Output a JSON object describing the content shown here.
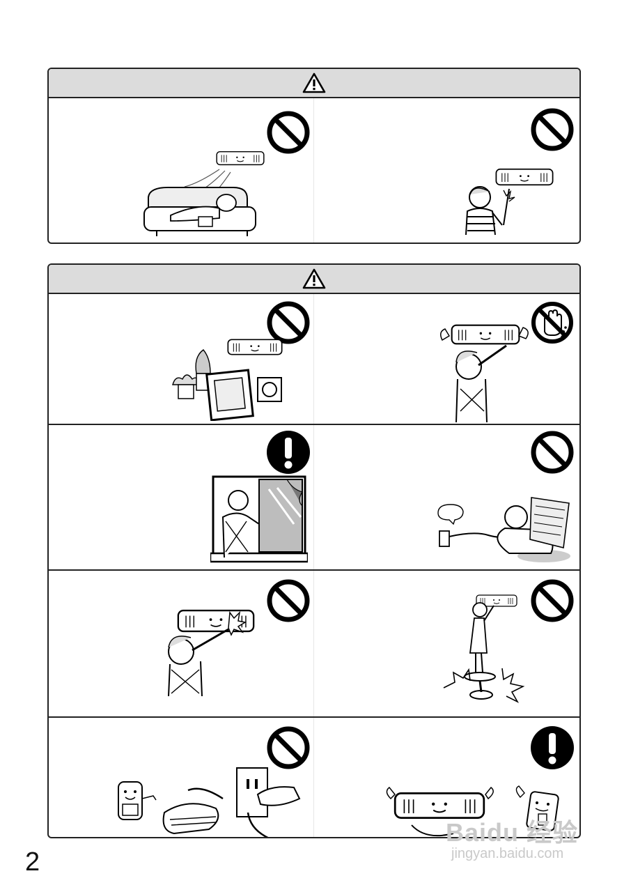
{
  "page": {
    "number": "2"
  },
  "panels": [
    {
      "header_icon": "warning-triangle-icon",
      "cells": [
        {
          "symbol": "prohibition-icon",
          "illustration": "person-sleeping-under-airflow"
        },
        {
          "symbol": "prohibition-icon",
          "illustration": "child-poking-stick-into-unit"
        }
      ]
    },
    {
      "header_icon": "warning-triangle-icon",
      "cells": [
        {
          "symbol": "prohibition-icon",
          "illustration": "plants-and-objects-under-unit"
        },
        {
          "symbol": "no-wet-hands-icon",
          "illustration": "person-touching-unit"
        },
        {
          "symbol": "mandatory-icon",
          "illustration": "person-opening-window"
        },
        {
          "symbol": "prohibition-icon",
          "illustration": "person-pulling-power-cord"
        },
        {
          "symbol": "prohibition-icon",
          "illustration": "person-hitting-unit"
        },
        {
          "symbol": "prohibition-icon",
          "illustration": "person-standing-on-unstable-stool"
        },
        {
          "symbol": "prohibition-icon",
          "illustration": "damaged-plug-and-cord"
        },
        {
          "symbol": "mandatory-icon",
          "illustration": "unit-with-dedicated-outlet"
        }
      ]
    }
  ],
  "watermark": {
    "brand": "Baidu 经验",
    "url": "jingyan.baidu.com"
  }
}
